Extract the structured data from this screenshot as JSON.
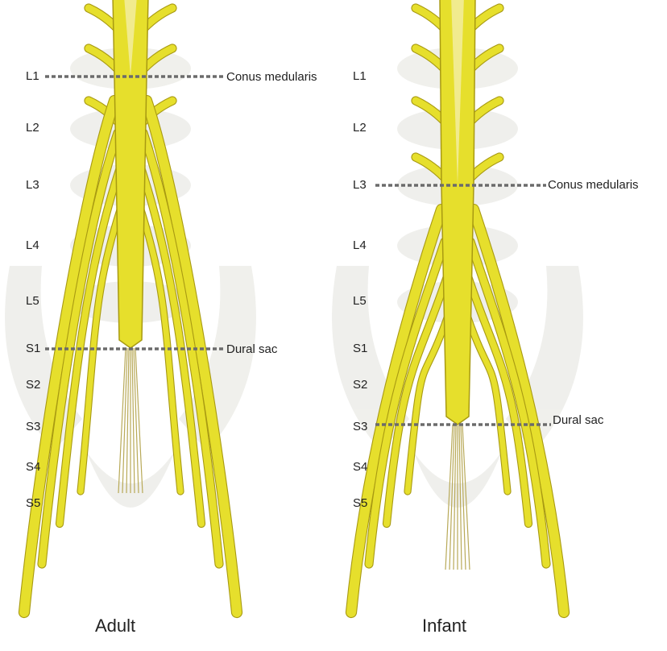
{
  "colors": {
    "nerve": "#e6df2c",
    "nerve_edge": "#a89a12",
    "cord_highlight": "#f2eda0",
    "bone": "#eeeeea",
    "guide_line": "#6b6b6b"
  },
  "adult": {
    "caption": "Adult",
    "levels": [
      "L1",
      "L2",
      "L3",
      "L4",
      "L5",
      "S1",
      "S2",
      "S3",
      "S4",
      "S5"
    ],
    "conus_label": "Conus medularis",
    "conus_level": "L1",
    "dural_label": "Dural sac",
    "dural_level": "S1"
  },
  "infant": {
    "caption": "Infant",
    "levels": [
      "L1",
      "L2",
      "L3",
      "L4",
      "L5",
      "S1",
      "S2",
      "S3",
      "S4",
      "S5"
    ],
    "conus_label": "Conus medularis",
    "conus_level": "L3",
    "dural_label": "Dural sac",
    "dural_level": "S3"
  }
}
